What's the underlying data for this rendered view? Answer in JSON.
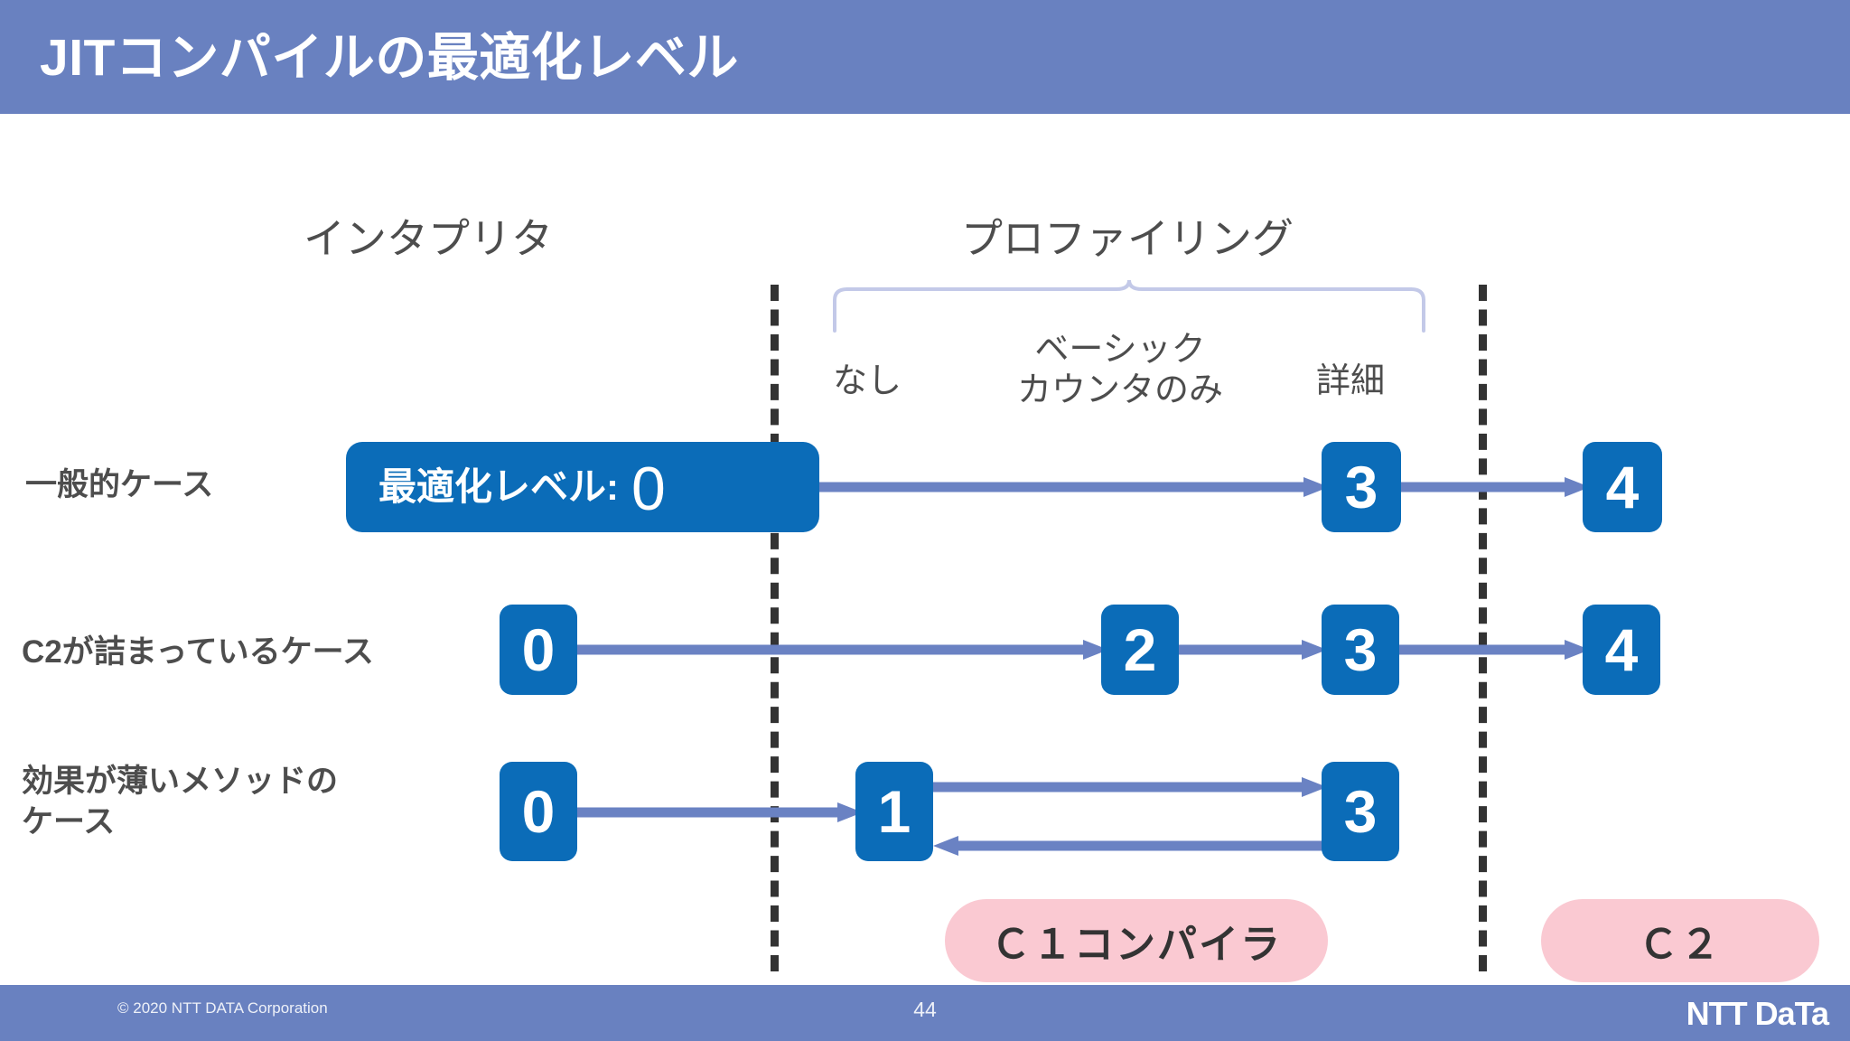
{
  "header": {
    "title": "JITコンパイルの最適化レベル",
    "band_color": "#6981c0"
  },
  "footer": {
    "copyright": "© 2020 NTT DATA Corporation",
    "page_number": "44",
    "logo": "NTT DaTa",
    "band_color": "#6981c0"
  },
  "headings": {
    "interpreter": "インタプリタ",
    "profiling": "プロファイリング"
  },
  "profiling_levels": {
    "none": "なし",
    "basic": "ベーシック\nカウンタのみ",
    "detailed": "詳細"
  },
  "rows": [
    {
      "label": "一般的ケース",
      "boxes": [
        {
          "text_prefix": "最適化レベル:",
          "value": "0"
        },
        {
          "value": "3"
        },
        {
          "value": "4"
        }
      ]
    },
    {
      "label": "C2が詰まっているケース",
      "boxes": [
        {
          "value": "0"
        },
        {
          "value": "2"
        },
        {
          "value": "3"
        },
        {
          "value": "4"
        }
      ]
    },
    {
      "label": "効果が薄いメソッドの\nケース",
      "boxes": [
        {
          "value": "0"
        },
        {
          "value": "1"
        },
        {
          "value": "3"
        }
      ]
    }
  ],
  "compiler_pills": {
    "c1": "Ｃ１コンパイラ",
    "c2": "Ｃ２"
  },
  "colors": {
    "box_blue": "#0b6cb8",
    "arrow_blue": "#6a82c3",
    "pill_pink": "#fac9d2",
    "text_gray": "#4d4d4d",
    "divider_dark": "#333333",
    "brace_lavender": "#c3c9e8"
  }
}
